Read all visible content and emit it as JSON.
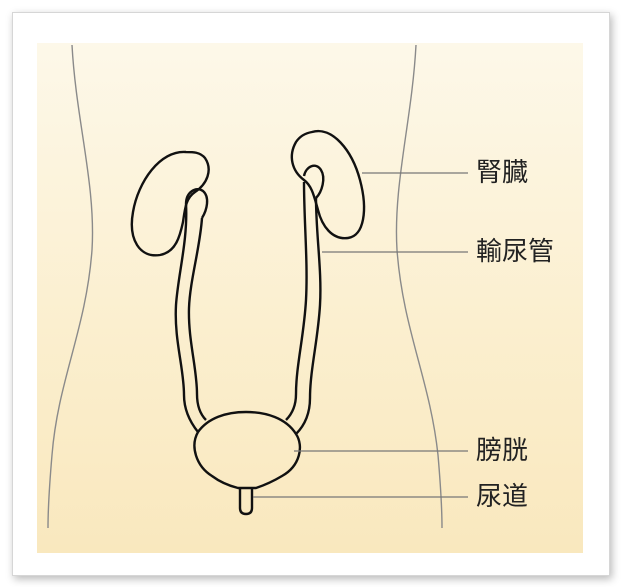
{
  "labels": {
    "kidney": "腎臓",
    "ureter": "輸尿管",
    "bladder": "膀胱",
    "urethra": "尿道"
  },
  "colors": {
    "background_top": "#fdf8e9",
    "background_bottom": "#f9e8be",
    "body_outline": "#8a8a8a",
    "organ_outline": "#111111",
    "leader_line": "#777777",
    "label_text": "#222222"
  }
}
